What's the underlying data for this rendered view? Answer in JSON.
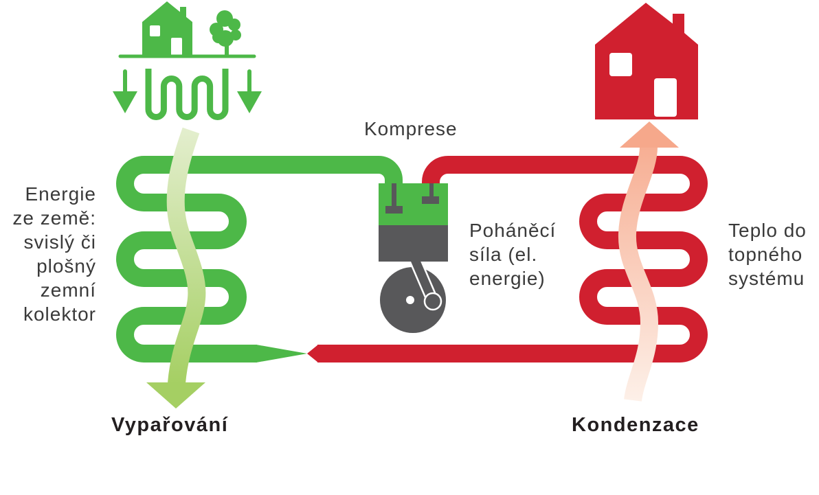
{
  "labels": {
    "compression": "Komprese",
    "ground_energy": [
      "Energie",
      "ze země:",
      "svislý či",
      "plošný",
      "zemní",
      "kolektor"
    ],
    "drive_power": [
      "Poháněcí",
      "síla (el.",
      "energie)"
    ],
    "heat_output": [
      "Teplo do",
      "topného",
      "systému"
    ],
    "evaporation": "Vypařování",
    "condensation": "Kondenzace"
  },
  "icons": {
    "ground_source": "house-with-tree-and-ground-collector-icon",
    "heated_house": "house-icon",
    "compressor": "piston-compressor-icon"
  },
  "colors": {
    "cold_side": "#4db848",
    "hot_side": "#d0202f",
    "compressor_body": "#58585a",
    "cold_flow_light": "#e3eecd",
    "cold_flow": "#a5cf63",
    "hot_flow": "#f6a88b",
    "hot_flow_light": "#fdf0e8"
  }
}
